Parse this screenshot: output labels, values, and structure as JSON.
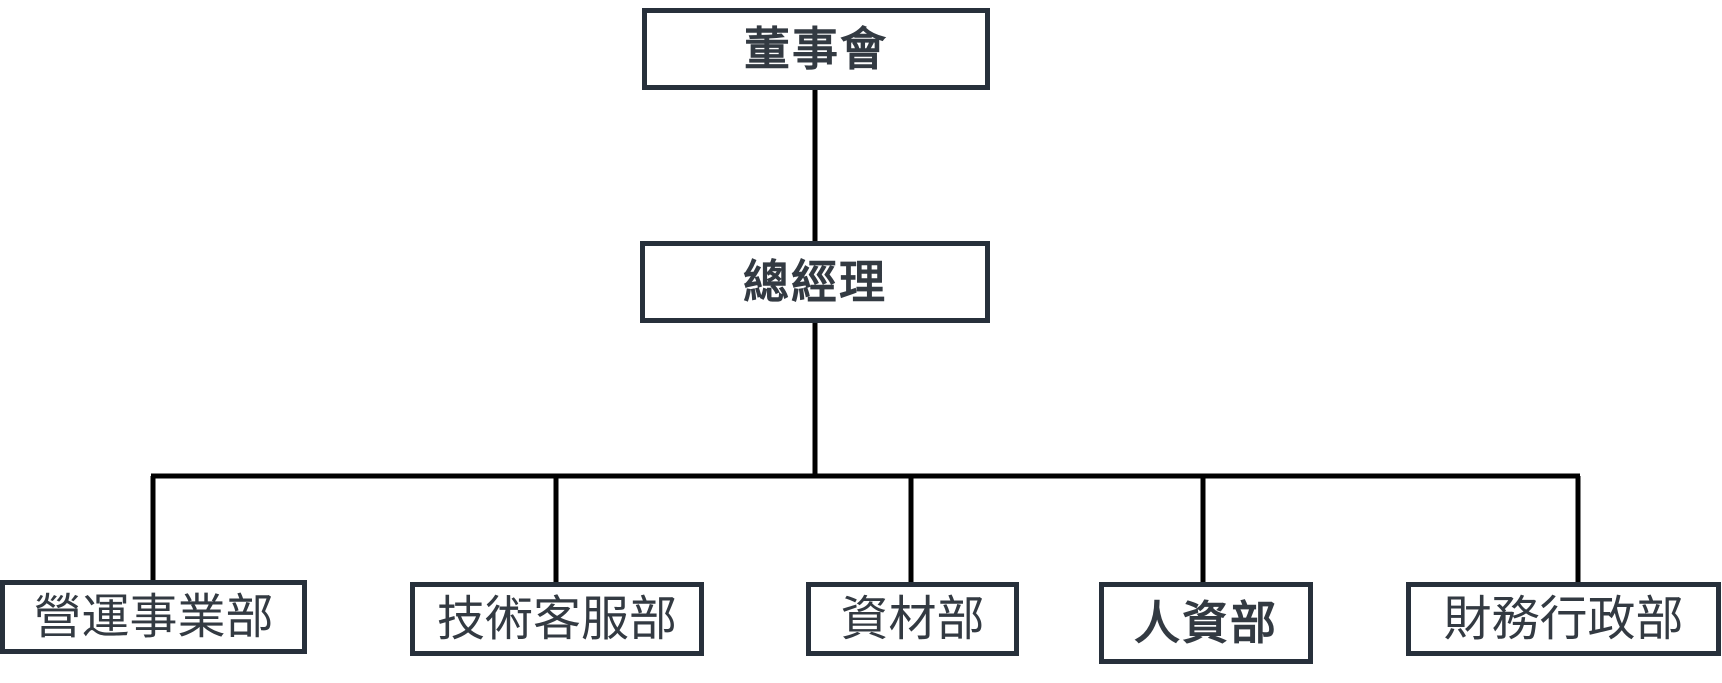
{
  "diagram": {
    "type": "org-chart",
    "line_color": "#000000",
    "box_border_color": "#27303b",
    "text_color": "#333a42",
    "nodes": {
      "board": "董事會",
      "gm": "總經理",
      "operations": "營運事業部",
      "tech_service": "技術客服部",
      "materials": "資材部",
      "hr": "人資部",
      "finance_admin": "財務行政部"
    },
    "edges": [
      [
        "board",
        "gm"
      ],
      [
        "gm",
        "operations"
      ],
      [
        "gm",
        "tech_service"
      ],
      [
        "gm",
        "materials"
      ],
      [
        "gm",
        "hr"
      ],
      [
        "gm",
        "finance_admin"
      ]
    ]
  }
}
